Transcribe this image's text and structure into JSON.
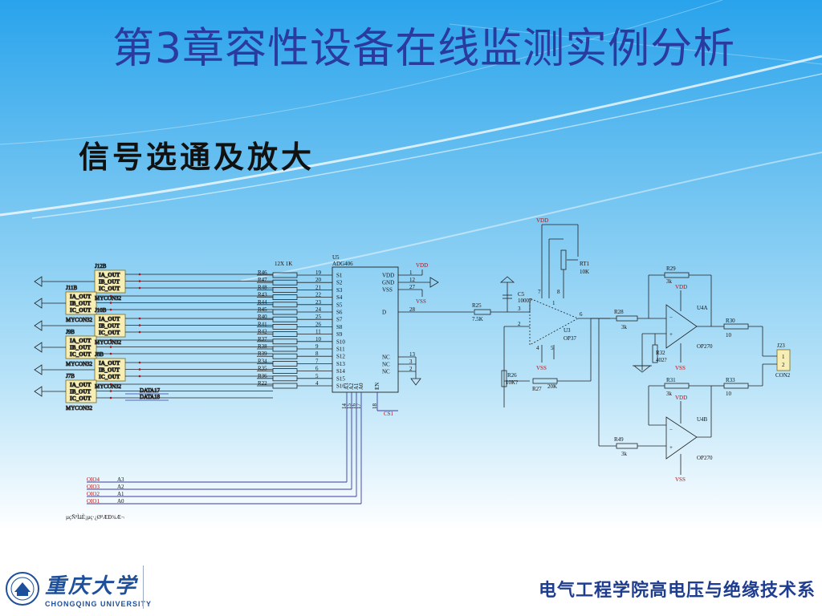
{
  "slide": {
    "title": "第3章容性设备在线监测实例分析",
    "subtitle": "信号选通及放大",
    "department": "电气工程学院高电压与绝缘技术系"
  },
  "logo": {
    "chinese": "重庆大学",
    "english": "CHONGQING   UNIVERSITY"
  },
  "schematic": {
    "connectors": [
      {
        "label": "J12B",
        "pins": [
          "IA_OUT",
          "IB_OUT",
          "IC_OUT"
        ],
        "name": "MYCON32"
      },
      {
        "label": "J11B",
        "pins": [
          "IA_OUT",
          "IB_OUT",
          "IC_OUT"
        ],
        "name": "MYCON32"
      },
      {
        "label": "J10B",
        "pins": [
          "IA_OUT",
          "IB_OUT",
          "IC_OUT"
        ],
        "name": "MYCON32"
      },
      {
        "label": "J9B",
        "pins": [
          "IA_OUT",
          "IB_OUT",
          "IC_OUT"
        ],
        "name": "MYCON32"
      },
      {
        "label": "J8B",
        "pins": [
          "IA_OUT",
          "IB_OUT",
          "IC_OUT"
        ],
        "name": "MYCON32"
      },
      {
        "label": "J7B",
        "pins": [
          "IA_OUT",
          "IB_OUT",
          "IC_OUT"
        ],
        "name": "MYCON32"
      }
    ],
    "data_labels": [
      "DATA17",
      "DATA18"
    ],
    "resistor_array": "12X 1K",
    "resistors": [
      "R46",
      "R47",
      "R48",
      "R43",
      "R44",
      "R45",
      "R40",
      "R41",
      "R42",
      "R37",
      "R38",
      "R39",
      "R34",
      "R35",
      "R36",
      "R22"
    ],
    "mux_pin_numbers": [
      "19",
      "20",
      "21",
      "22",
      "23",
      "24",
      "25",
      "26",
      "11",
      "10",
      "9",
      "8",
      "7",
      "6",
      "5",
      "4"
    ],
    "mux": {
      "ref": "U5",
      "part": "ADG406",
      "inputs": [
        "S1",
        "S2",
        "S3",
        "S4",
        "S5",
        "S6",
        "S7",
        "S8",
        "S9",
        "S10",
        "S11",
        "S12",
        "S13",
        "S14",
        "S15",
        "S16"
      ],
      "right_pins": [
        "VDD",
        "GND",
        "VSS",
        "D",
        "NC",
        "NC",
        "NC"
      ],
      "right_pin_numbers": [
        "1",
        "12",
        "27",
        "28",
        "13",
        "3",
        "2"
      ],
      "bottom_pins": [
        "A3",
        "A2",
        "A1",
        "A0",
        "EN"
      ],
      "bottom_pin_numbers": [
        "14",
        "15",
        "16",
        "17",
        "18"
      ],
      "chip_select": "CS1"
    },
    "address_bus": [
      {
        "io": "OIO4",
        "addr": "A3"
      },
      {
        "io": "OIO3",
        "addr": "A2"
      },
      {
        "io": "OIO2",
        "addr": "A1"
      },
      {
        "io": "OIO1",
        "addr": "A0"
      }
    ],
    "garbled_note": "µçÑ¹ÌáÈ¡µç·¿Ø³ÆÐ¾Æ¬",
    "supply": {
      "vdd": "VDD",
      "vss": "VSS"
    },
    "amp1": {
      "ref": "U3",
      "part": "OP37",
      "r25": "R25",
      "r25_val": "7.5K",
      "c5": "C5",
      "c5_val": "1000P",
      "rt1": "RT1",
      "rt1_val": "10K",
      "r26": "R26",
      "r26_val": "10K?",
      "r27": "R27",
      "r27_val": "20K",
      "pins": [
        "3",
        "2",
        "7",
        "8",
        "4",
        "5",
        "6",
        "1"
      ]
    },
    "amp_u4a": {
      "ref": "U4A",
      "part": "OP270",
      "r28": "R28",
      "r28_val": "3k",
      "r29": "R29",
      "r29_val": "3k",
      "r30": "R30",
      "r30_val": "10",
      "r32": "R32",
      "r32_val": "402?"
    },
    "amp_u4b": {
      "ref": "U4B",
      "part": "OP270",
      "r31": "R31",
      "r31_val": "3k",
      "r49": "R49",
      "r49_val": "3k",
      "r33": "R33",
      "r33_val": "10"
    },
    "output": {
      "ref": "J23",
      "pins": [
        "1",
        "2"
      ],
      "name": "CON2"
    }
  }
}
